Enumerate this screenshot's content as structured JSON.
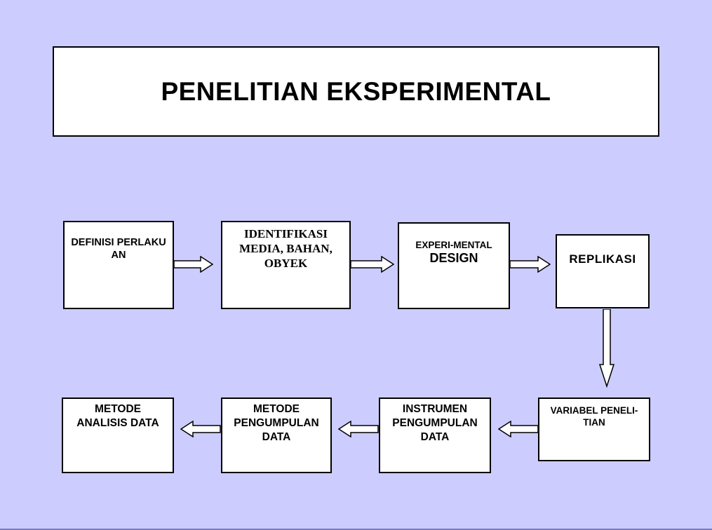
{
  "slide": {
    "title": "PENELITIAN EKSPERIMENTAL",
    "colors": {
      "background": "#CCCCFF",
      "box_fill": "#FFFFFF",
      "box_border": "#000000",
      "text": "#000000",
      "bottom_edge": "#7D7DBE"
    }
  },
  "diagram": {
    "top_row": [
      {
        "label": "DEFINISI PERLAKU\nAN"
      },
      {
        "label": "IDENTIFIKASI\nMEDIA, BAHAN,\nOBYEK"
      },
      {
        "line1": "EXPERI-MENTAL",
        "line2": "DESIGN"
      },
      {
        "label": "REPLIKASI"
      }
    ],
    "bottom_row": [
      {
        "label": "VARIABEL PENELI-\nTIAN"
      },
      {
        "label": "INSTRUMEN\nPENGUMPULAN\nDATA"
      },
      {
        "label": "METODE\nPENGUMPULAN\nDATA"
      },
      {
        "label": "METODE\nANALISIS DATA"
      }
    ]
  }
}
